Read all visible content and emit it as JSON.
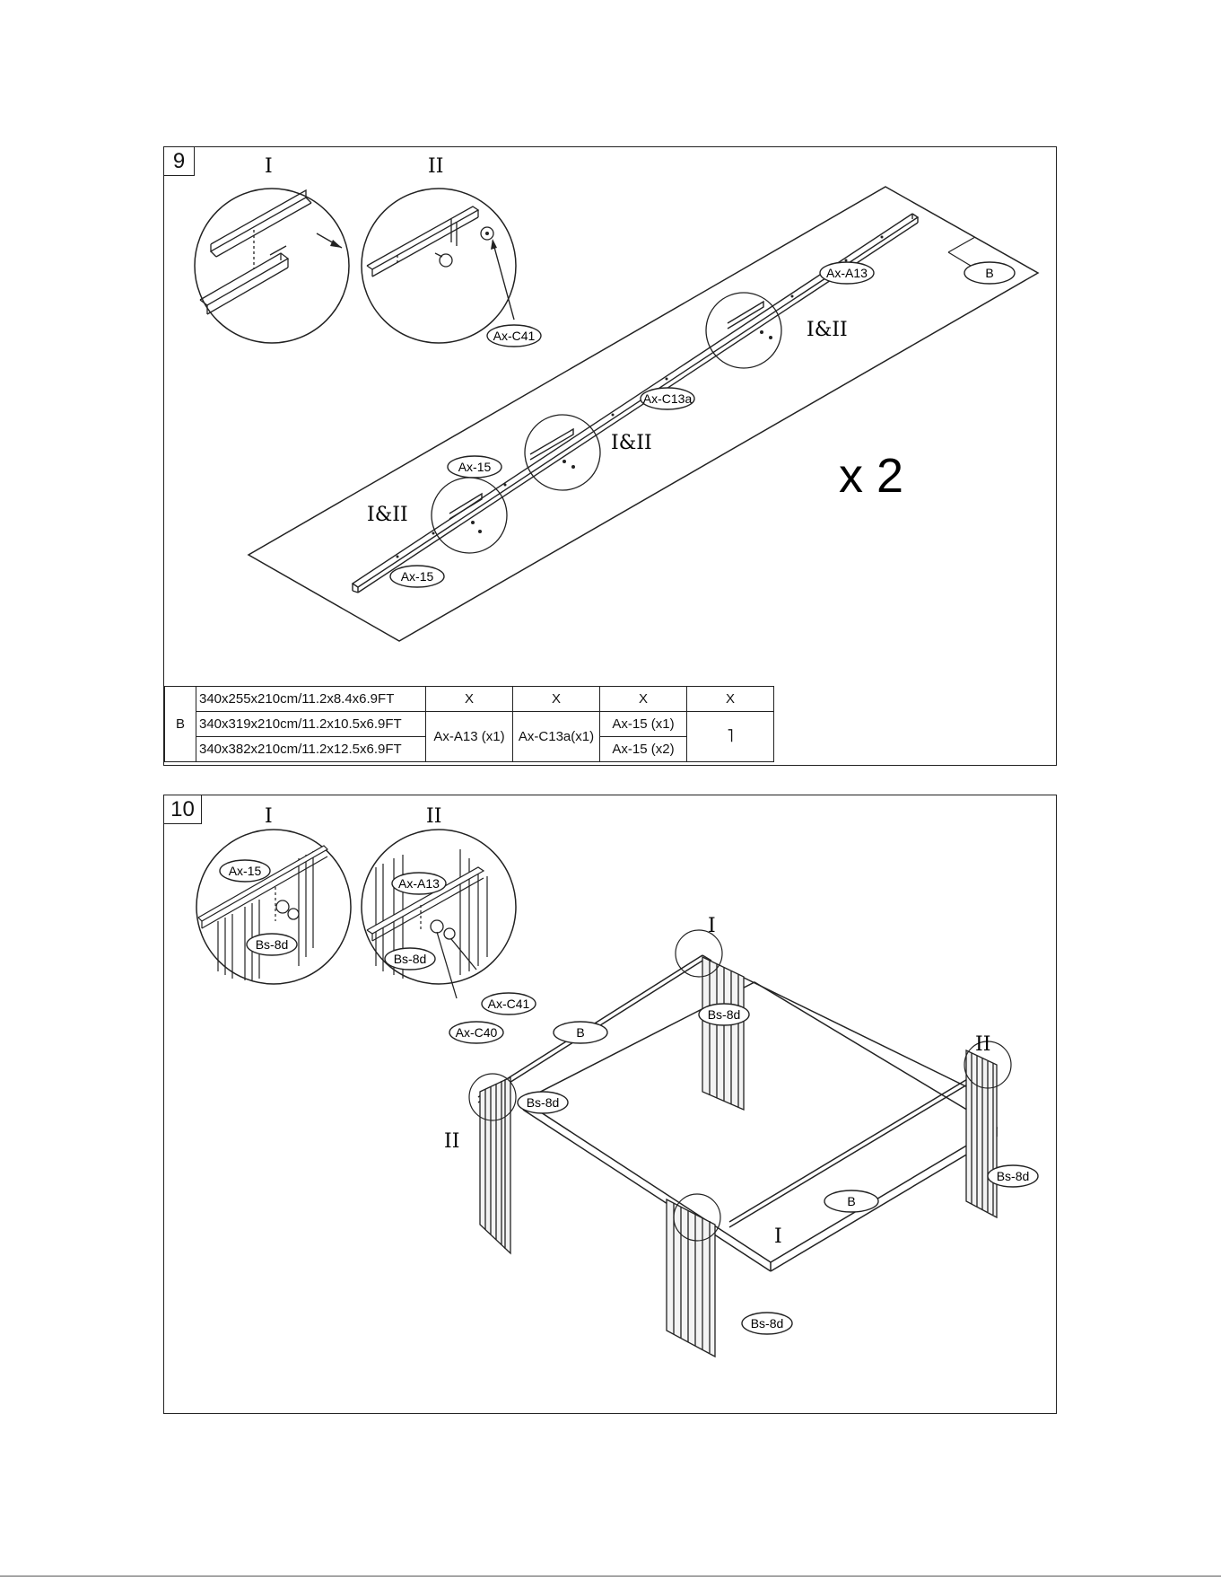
{
  "step9": {
    "number": "9",
    "detail_labels": {
      "one": "I",
      "two": "II",
      "both": "I&II"
    },
    "callouts": {
      "c41": "Ax-C41",
      "a13": "Ax-A13",
      "c13a": "Ax-C13a",
      "a15_top": "Ax-15",
      "a15_bottom": "Ax-15",
      "b": "B"
    },
    "quantity": "x 2",
    "table": {
      "group": "B",
      "sizes": [
        "340x255x210cm/11.2x8.4x6.9FT",
        "340x319x210cm/11.2x10.5x6.9FT",
        "340x382x210cm/11.2x12.5x6.9FT"
      ],
      "none_mark": "X",
      "a13": "Ax-A13 (x1)",
      "c13a": "Ax-C13a(x1)",
      "a15_one": "Ax-15 (x1)",
      "a15_two": "Ax-15 (x2)",
      "profile_glyph": "˥"
    }
  },
  "step10": {
    "number": "10",
    "detail_labels": {
      "one": "I",
      "two": "II"
    },
    "callouts": {
      "a15": "Ax-15",
      "bs8d_detail1": "Bs-8d",
      "a13": "Ax-A13",
      "bs8d_detail2": "Bs-8d",
      "c41": "Ax-C41",
      "c40": "Ax-C40",
      "b_top": "B",
      "b_mid": "B",
      "bs8d_a": "Bs-8d",
      "bs8d_b": "Bs-8d",
      "bs8d_c": "Bs-8d",
      "bs8d_d": "Bs-8d"
    }
  }
}
